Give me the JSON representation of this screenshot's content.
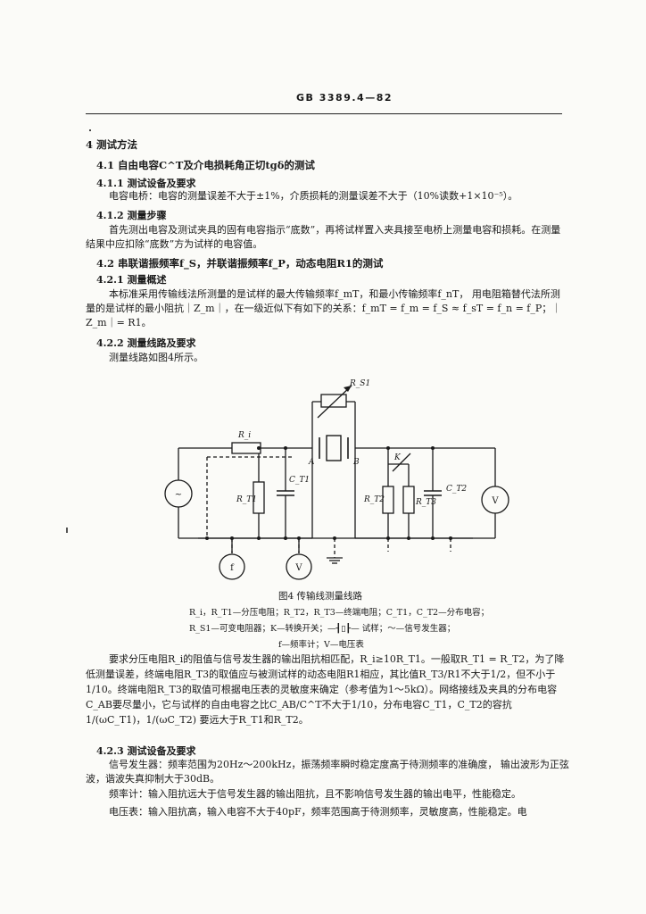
{
  "header": {
    "standard": "GB 3389.4—82"
  },
  "section4": {
    "title": "4  测试方法",
    "s41": {
      "title": "4.1  自由电容C^T及介电损耗角正切tgδ的测试",
      "s411_title": "4.1.1  测试设备及要求",
      "s411_text": "电容电桥：电容的测量误差不大于±1%，介质损耗的测量误差不大于（10%读数+1×10⁻⁵）。",
      "s412_title": "4.1.2  测量步骤",
      "s412_text": "首先测出电容及测试夹具的固有电容指示“底数”，再将试样置入夹具接至电桥上测量电容和损耗。在测量结果中应扣除“底数”方为试样的电容值。"
    },
    "s42": {
      "title": "4.2  串联谐振频率f_S，并联谐振频率f_P，动态电阻R1的测试",
      "s421_title": "4.2.1  测量概述",
      "s421_text": "本标准采用传输线法所测量的是试样的最大传输频率f_mT，和最小传输频率f_nT， 用电阻箱替代法所测量的是试样的最小阻抗｜Z_m｜，在一级近似下有如下的关系：f_mT = f_m = f_S ≈ f_sT = f_n = f_P；｜Z_m｜= R1。",
      "s422_title": "4.2.2  测量线路及要求",
      "s422_text": "测量线路如图4所示。",
      "figure": {
        "caption": "图4  传输线测量线路",
        "legend_line1": "R_i，R_T1—分压电阻；R_T2，R_T3—终端电阻；C_T1，C_T2—分布电容；",
        "legend_line2": "R_S1—可变电阻器；K—转换开关；—┨▯┠— 试样；～—信号发生器；",
        "legend_line3": "f—频率计；V—电压表",
        "labels": {
          "rs1": "R_S1",
          "ri": "R_i",
          "rt1": "R_T1",
          "rt2": "R_T2",
          "rt3": "R_T3",
          "ct1": "C_T1",
          "ct2": "C_T2",
          "a": "A",
          "b": "B",
          "k": "K",
          "gen": "~",
          "f": "f",
          "v": "V"
        }
      },
      "req_text": "要求分压电阻R_i的阻值与信号发生器的输出阻抗相匹配，R_i≥10R_T1。一般取R_T1 = R_T2，为了降低测量误差，终端电阻R_T3的取值应与被测试样的动态电阻R1相应，其比值R_T3/R1不大于1/2，但不小于1/10。终端电阻R_T3的取值可根据电压表的灵敏度来确定（参考值为1～5kΩ）。网络接线及夹具的分布电容C_AB要尽量小，它与试样的自由电容之比C_AB/C^T不大于1/10，分布电容C_T1，C_T2的容抗 1/(ωC_T1)，1/(ωC_T2) 要远大于R_T1和R_T2。",
      "s423_title": "4.2.3  测试设备及要求",
      "s423_p1": "信号发生器：频率范围为20Hz～200kHz，振荡频率瞬时稳定度高于待测频率的准确度， 输出波形为正弦波，谐波失真抑制大于30dB。",
      "s423_p2": "频率计：输入阻抗远大于信号发生器的输出阻抗，且不影响信号发生器的输出电平，性能稳定。",
      "s423_p3": "电压表：输入阻抗高，输入电容不大于40pF，频率范围高于待测频率，灵敏度高，性能稳定。电"
    }
  }
}
